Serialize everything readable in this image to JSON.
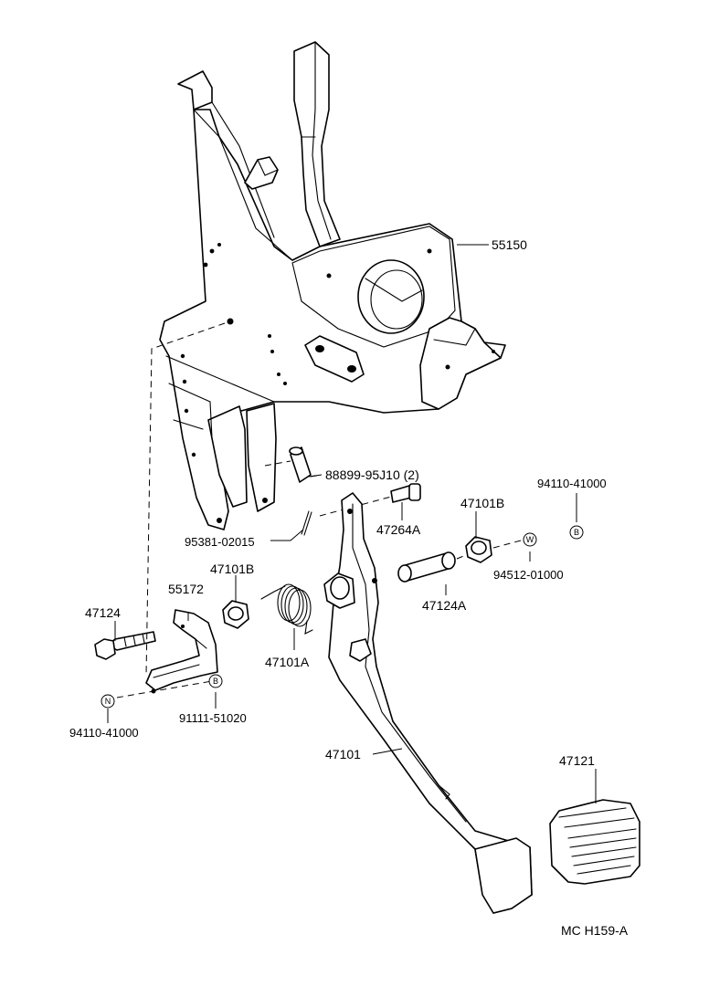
{
  "parts": {
    "p55150": "55150",
    "p88899": "88899-95J10 (2)",
    "p94110_top": "94110-41000",
    "p47101B_a": "47101B",
    "p47264A": "47264A",
    "p95381": "95381-02015",
    "p94512": "94512-01000",
    "p47101B_b": "47101B",
    "p55172": "55172",
    "p47124": "47124",
    "p47124A": "47124A",
    "p47101A": "47101A",
    "p91111": "91111-51020",
    "p94110_bottom": "94110-41000",
    "p47101": "47101",
    "p47121": "47121"
  },
  "symbols": {
    "b_top": "B",
    "w": "W",
    "b_left": "B",
    "n": "N"
  },
  "diagram_code": "MC H159-A"
}
